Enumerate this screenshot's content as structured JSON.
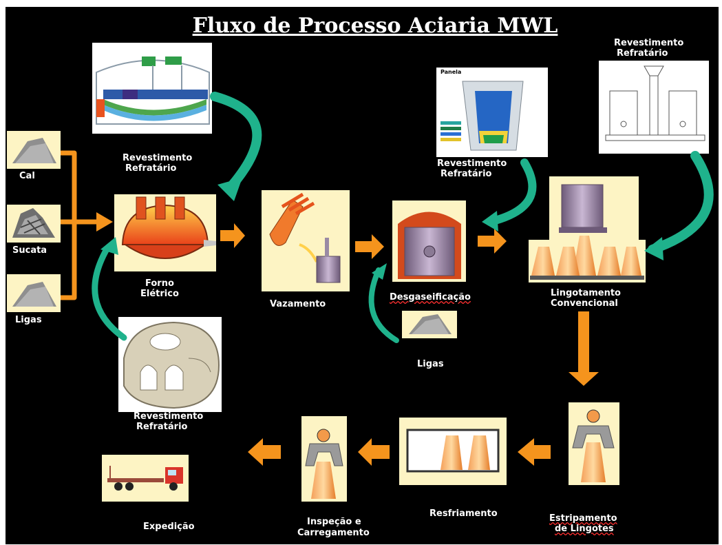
{
  "title": "Fluxo de Processo Aciaria MWL",
  "inputs": {
    "cal": "Cal",
    "sucata": "Sucata",
    "ligas": "Ligas"
  },
  "steps": {
    "forno_line1": "Forno",
    "forno_line2": "Elétrico",
    "vazamento": "Vazamento",
    "desgaseificacao": "Desgaseificação",
    "ligas_desg": "Ligas",
    "lingotamento_line1": "Lingotamento",
    "lingotamento_line2": "Convencional",
    "estripamento_line1": "Estripamento",
    "estripamento_line2": "de Lingotes",
    "resfriamento": "Resfriamento",
    "inspecao_line1": "Inspeção e",
    "inspecao_line2": "Carregamento",
    "expedicao": "Expedição"
  },
  "refractory_labels": {
    "forno_top_line1": "Revestimento",
    "forno_top_line2": "Refratário",
    "forno_bottom_line1": "Revestimento",
    "forno_bottom_line2": "Refratário",
    "panela_line1": "Revestimento",
    "panela_line2": "Refratário",
    "lingotamento_line1": "Revestimento",
    "lingotamento_line2": "Refratário"
  },
  "diagram_text": {
    "panela_label": "Panela"
  },
  "colors": {
    "flow_arrow": "#f5941d",
    "refractory_arrow": "#1fb28c",
    "tile_background": "#fdf4c4",
    "board_background": "#000000"
  }
}
